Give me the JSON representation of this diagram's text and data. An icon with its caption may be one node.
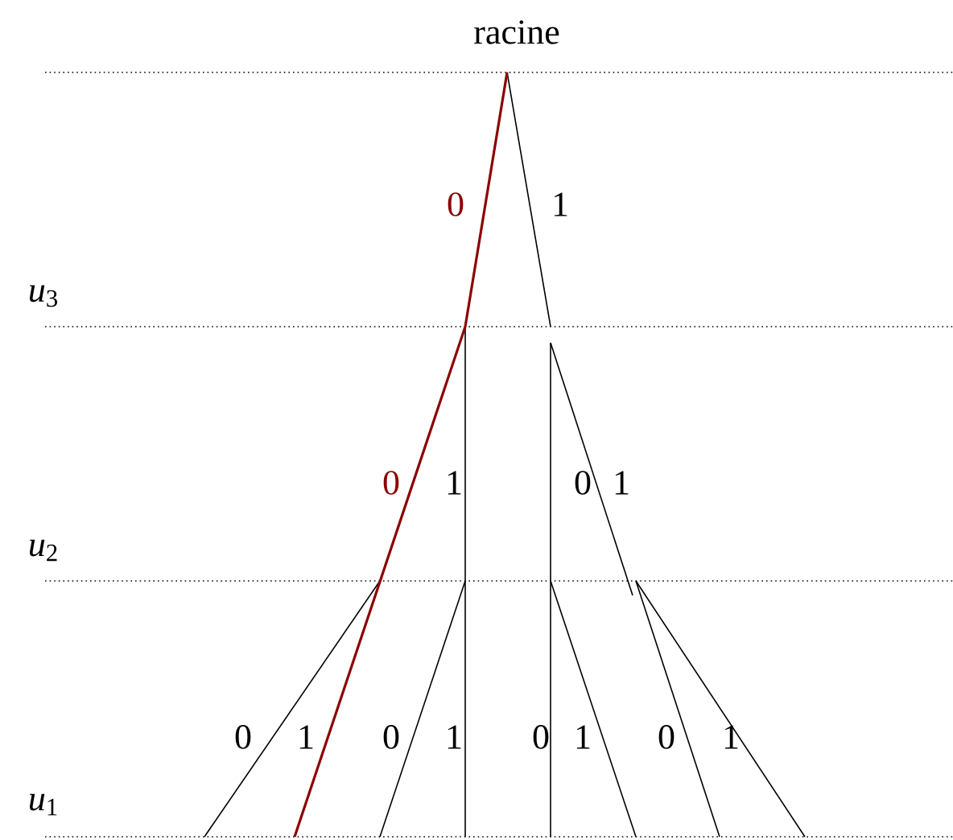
{
  "diagram": {
    "labels": [
      "racine",
      "0",
      "1",
      "*u*$_{3}$",
      "0",
      "1",
      "0",
      "1",
      "*u*$_{2}$",
      "0",
      "1",
      "0",
      "1",
      "0",
      "1",
      "0",
      "1",
      "*u*$_{1}$"
    ]
  }
}
